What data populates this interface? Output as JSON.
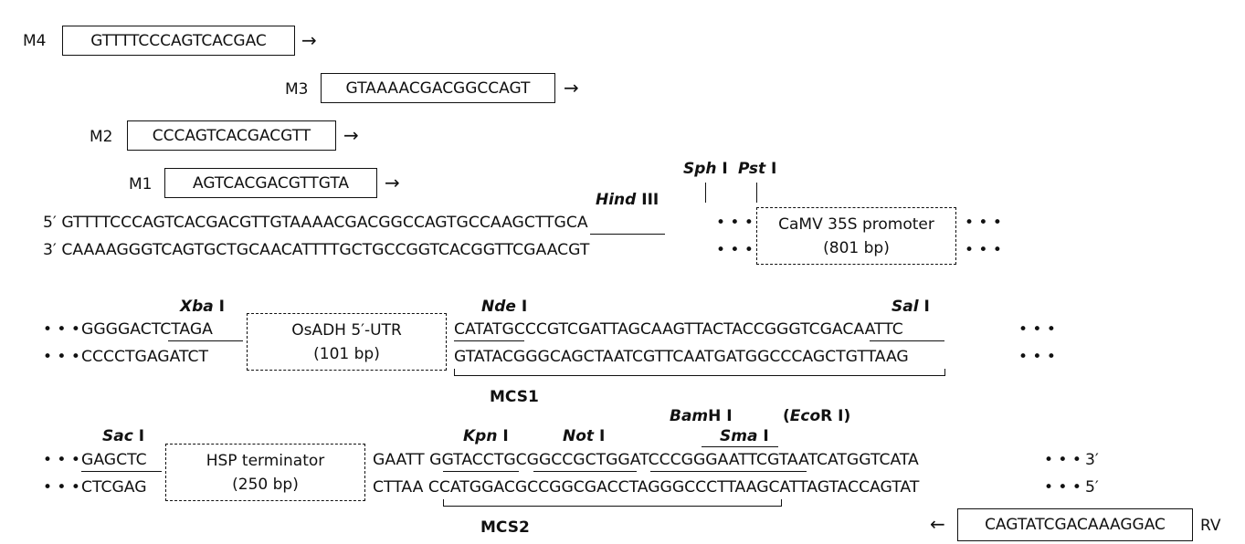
{
  "primers": {
    "m4": {
      "name": "M4",
      "seq": "GTTTTCCCAGTCACGAC",
      "arrow": "→"
    },
    "m3": {
      "name": "M3",
      "seq": "GTAAAACGACGGCCAGT",
      "arrow": "→"
    },
    "m2": {
      "name": "M2",
      "seq": "CCCAGTCACGACGTT",
      "arrow": "→"
    },
    "m1": {
      "name": "M1",
      "seq": "AGTCACGACGTTGTA",
      "arrow": "→"
    },
    "rv": {
      "name": "RV",
      "seq": "CAGTATCGACAAAGGAC",
      "arrow": "←"
    }
  },
  "block1": {
    "top_prefix": "5′",
    "top_seq": "GTTTTCCCAGTCACGACGTTGTAAAACGACGGCCAGTGCC",
    "top_site": "AAGCTT",
    "top_tail": "GCA",
    "bottom_prefix": "3′",
    "bottom_seq": "CAAAAGGGTCAGTGCTGCAACATTTTGCTGCCGGTCACGGTTCGAACGT",
    "dots": "• • •",
    "sites": {
      "hind_italic": "Hind",
      "hind_roman": " III",
      "sph_italic": "Sph",
      "sph_roman": " I",
      "pst_italic": "Pst",
      "pst_roman": " I"
    },
    "box_line1": "CaMV 35S promoter",
    "box_line2": "(801 bp)"
  },
  "block2": {
    "dots": "• • •",
    "top_left_a": "GGGGAC",
    "top_left_site": "TCTAGA",
    "bottom_left": "CCCCTGAGATCT",
    "box_line1": "OsADH 5′-UTR",
    "box_line2": "(101 bp)",
    "top_right_site1": "CATATG",
    "top_right_mid": "CCCGTCGATTAGCAAGTTACTACCGG",
    "top_right_site2": "GTCGAC",
    "top_right_tail": "AATTC",
    "bottom_right": "GTATACGGGCAGCTAATCGTTCAATGATGGCCCAGCTGTTAAG",
    "sites": {
      "xba_italic": "Xba",
      "xba_roman": " I",
      "nde_italic": "Nde",
      "nde_roman": " I",
      "sal_italic": "Sal",
      "sal_roman": " I"
    },
    "mcs_label": "MCS1"
  },
  "block3": {
    "dots": "• • •",
    "top_left_site": "GAGCTC",
    "bottom_left": "CTCGAG",
    "box_line1": "HSP terminator",
    "box_line2": "(250 bp)",
    "top_pre": "GAATT",
    "kpn": "GGTACC",
    "t1": "T",
    "notsite": "GCGGCCGC",
    "t2": "T",
    "bam": "GGATCC",
    "sma_rest": "CGGG",
    "eco": "AATTC",
    "top_tail": "GTAATCATGGTCATA",
    "top_end": "3′",
    "bottom_pre": "CTTAA",
    "bottom_seq": "CCATGGACGCCGGCGACCTAGGGCCCTTAAGCATTAGTACCAGTAT",
    "bottom_end": "5′",
    "sites": {
      "sac_italic": "Sac",
      "sac_roman": " I",
      "kpn_italic": "Kpn",
      "kpn_roman": " I",
      "not_italic": "Not",
      "not_roman": " I",
      "bam_italic": "Bam",
      "bam_roman": "H I",
      "sma_italic": "Sma",
      "sma_roman": " I",
      "eco_label_open": "(",
      "eco_italic": "Eco",
      "eco_roman": "R I)"
    },
    "mcs_label": "MCS2"
  }
}
